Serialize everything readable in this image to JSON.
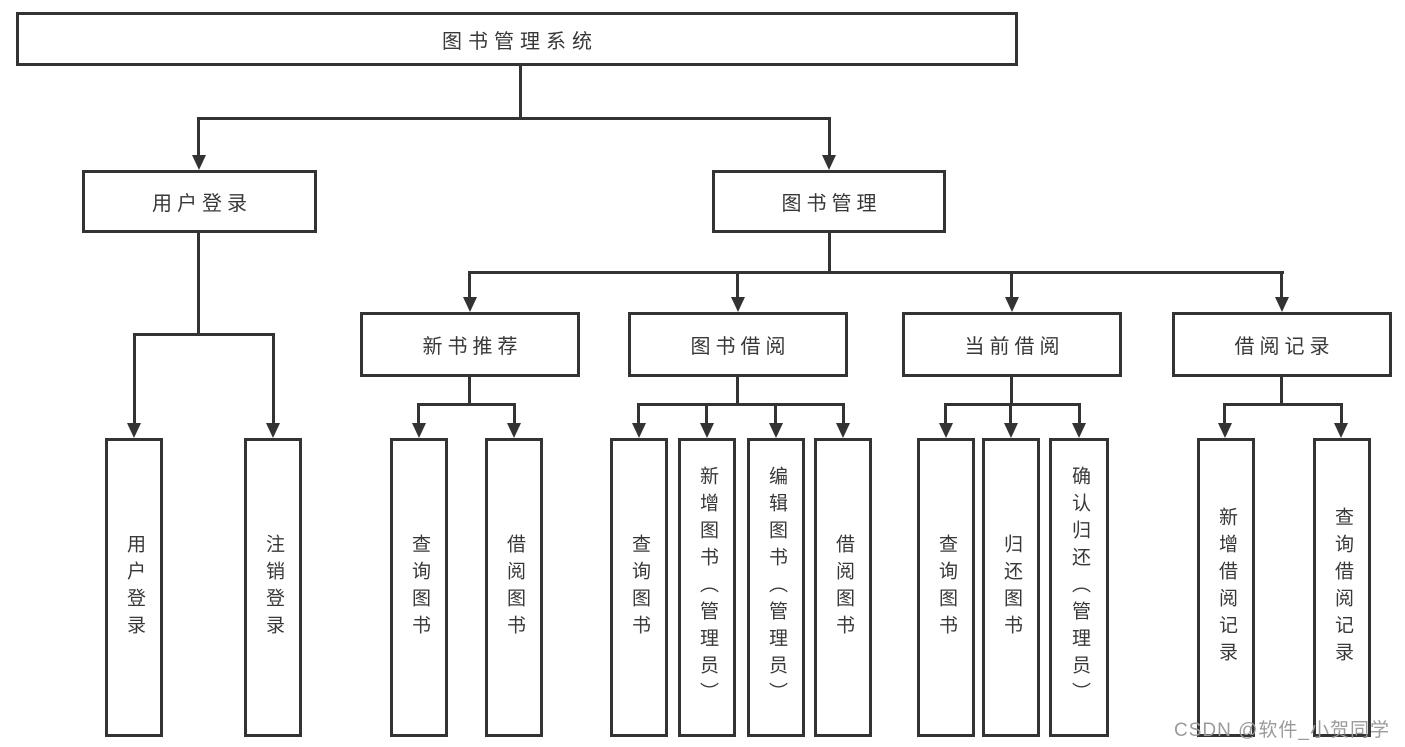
{
  "tree": {
    "root": "图书管理系统",
    "children": [
      {
        "label": "用户登录",
        "leaves": [
          "用户登录",
          "注销登录"
        ]
      },
      {
        "label": "图书管理",
        "children": [
          {
            "label": "新书推荐",
            "leaves": [
              "查询图书",
              "借阅图书"
            ]
          },
          {
            "label": "图书借阅",
            "leaves": [
              "查询图书",
              "新增图书（管理员）",
              "编辑图书（管理员）",
              "借阅图书"
            ]
          },
          {
            "label": "当前借阅",
            "leaves": [
              "查询图书",
              "归还图书",
              "确认归还（管理员）"
            ]
          },
          {
            "label": "借阅记录",
            "leaves": [
              "新增借阅记录",
              "查询借阅记录"
            ]
          }
        ]
      }
    ]
  },
  "watermark": "CSDN @软件_小贺同学",
  "colors": {
    "line": "#333333",
    "text": "#383838",
    "background": "#ffffff",
    "watermark": "#9b9b9b"
  }
}
